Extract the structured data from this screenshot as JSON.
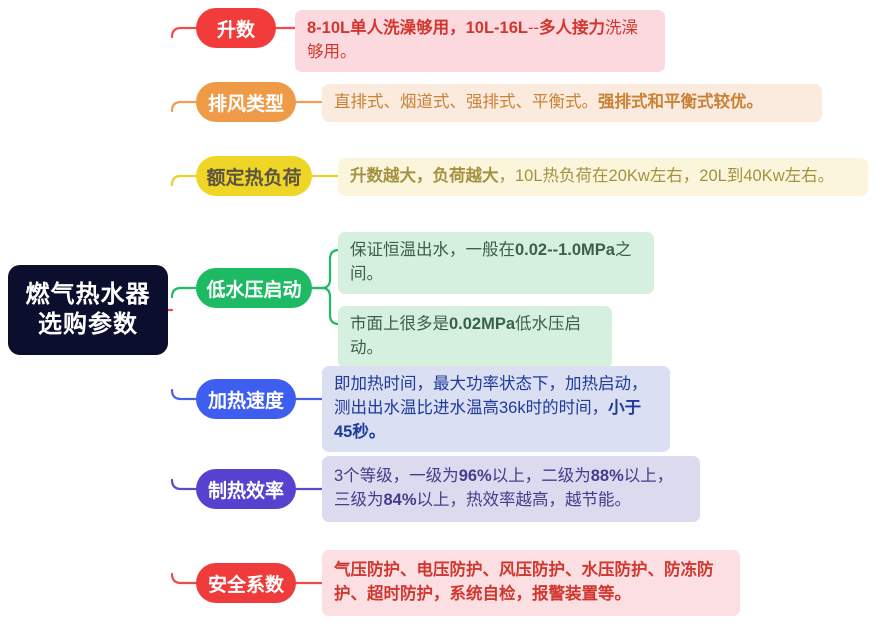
{
  "root": {
    "line1": "燃气热水器",
    "line2": "选购参数",
    "bg": "#0b0e2c",
    "text_color": "#ffffff"
  },
  "branches": [
    {
      "id": "sheng-shu",
      "topic": "升数",
      "topic_bg": "#f23c3c",
      "topic_text_color": "#ffffff",
      "link_color": "#f04e4e",
      "details": [
        {
          "bg": "#fbd9de",
          "text_color": "#d2372f",
          "segments": [
            {
              "t": "8-10L单人洗澡够用，",
              "b": true
            },
            {
              "t": "10L-16L",
              "b": true
            },
            {
              "t": "--",
              "b": false
            },
            {
              "t": "多人接力",
              "b": true
            },
            {
              "t": "洗澡够用。",
              "b": false
            }
          ]
        }
      ]
    },
    {
      "id": "pai-feng-lei-xing",
      "topic": "排风类型",
      "topic_bg": "#ee9a47",
      "topic_text_color": "#ffffff",
      "link_color": "#ef9f4f",
      "details": [
        {
          "bg": "#fbeade",
          "text_color": "#c98236",
          "segments": [
            {
              "t": "直排式、烟道式、强排式、平衡式。",
              "b": false
            },
            {
              "t": "强排式和平衡式较优。",
              "b": true
            }
          ]
        }
      ]
    },
    {
      "id": "e-ding-re-fu-he",
      "topic": "额定热负荷",
      "topic_bg": "#eed526",
      "topic_text_color": "#5d5340",
      "link_color": "#ebcf33",
      "details": [
        {
          "bg": "#fbf6db",
          "text_color": "#a39242",
          "segments": [
            {
              "t": "升数越大，负荷越大",
              "b": true
            },
            {
              "t": "，10L热负荷在20Kw左右，20L到40Kw左右。",
              "b": false
            }
          ]
        }
      ]
    },
    {
      "id": "di-shui-ya-qi-dong",
      "topic": "低水压启动",
      "topic_bg": "#1db963",
      "topic_text_color": "#ffffff",
      "link_color": "#21b869",
      "details": [
        {
          "bg": "#d6f0e0",
          "text_color": "#3a5f4a",
          "segments": [
            {
              "t": "保证恒温出水，一般在",
              "b": false
            },
            {
              "t": "0.02--1.0MPa",
              "b": true
            },
            {
              "t": "之间。",
              "b": false
            }
          ]
        },
        {
          "bg": "#d6f0e0",
          "text_color": "#3a5f4a",
          "segments": [
            {
              "t": "市面上很多是",
              "b": false
            },
            {
              "t": "0.02MPa",
              "b": true
            },
            {
              "t": "低水压启动。",
              "b": false
            }
          ]
        }
      ]
    },
    {
      "id": "jia-re-su-du",
      "topic": "加热速度",
      "topic_bg": "#3e5ef0",
      "topic_text_color": "#ffffff",
      "link_color": "#4a62e8",
      "details": [
        {
          "bg": "#dadff1",
          "text_color": "#1e3a9c",
          "segments": [
            {
              "t": "即加热时间，最大功率状态下，加热启动，测出出水温比进水温高36k时的时间，",
              "b": false
            },
            {
              "t": "小于45秒。",
              "b": true
            }
          ]
        }
      ]
    },
    {
      "id": "zhi-re-xiao-lv",
      "topic": "制热效率",
      "topic_bg": "#5542cf",
      "topic_text_color": "#ffffff",
      "link_color": "#5a4ad0",
      "details": [
        {
          "bg": "#dcdaef",
          "text_color": "#473c8c",
          "segments": [
            {
              "t": "3个等级，一级为",
              "b": false
            },
            {
              "t": "96%",
              "b": true
            },
            {
              "t": "以上，二级为",
              "b": false
            },
            {
              "t": "88%",
              "b": true
            },
            {
              "t": "以上，三级为",
              "b": false
            },
            {
              "t": "84%",
              "b": true
            },
            {
              "t": "以上，热效率越高，越节能。",
              "b": false
            }
          ]
        }
      ]
    },
    {
      "id": "an-quan-xi-shu",
      "topic": "安全系数",
      "topic_bg": "#ef3b3b",
      "topic_text_color": "#ffffff",
      "link_color": "#ef4a4a",
      "details": [
        {
          "bg": "#fbdfe2",
          "text_color": "#d2372f",
          "segments": [
            {
              "t": "气压防护、电压防护、风压防护、水压防护、防冻防护、超时防护，系统自检，报警装置等。",
              "b": true
            }
          ]
        }
      ]
    }
  ]
}
